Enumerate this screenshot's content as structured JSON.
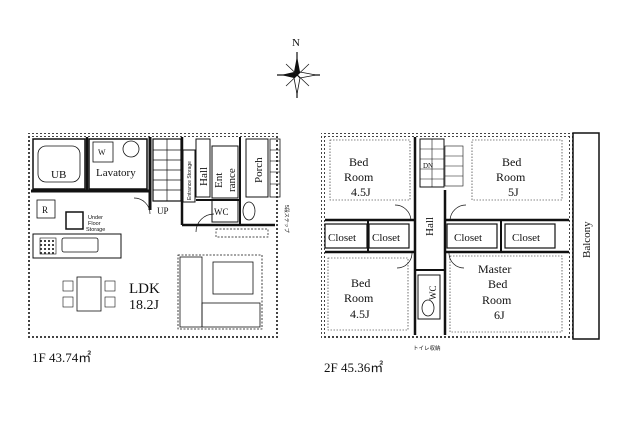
{
  "compass": {
    "north": "N"
  },
  "floor1": {
    "caption": "1F 43.74㎡",
    "rooms": {
      "ub": "UB",
      "lavatory": "Lavatory",
      "w": "W",
      "hall": "Hall",
      "ent1": "Ent",
      "ent2": "rance",
      "porch": "Porch",
      "entrance_storage": "Entrance Storage",
      "wc": "WC",
      "up": "UP",
      "r": "R",
      "underfloor1": "Under",
      "underfloor2": "Floor",
      "underfloor3": "Storage",
      "ldk": "LDK",
      "ldk_size": "18.2J",
      "outside_note": "5段ステップ"
    }
  },
  "floor2": {
    "caption": "2F 45.36㎡",
    "rooms": {
      "bed1": "Bed",
      "room1": "Room",
      "size1": "4.5J",
      "bed2": "Bed",
      "room2": "Room",
      "size2": "5J",
      "closet1": "Closet",
      "closet2": "Closet",
      "closet3": "Closet",
      "closet4": "Closet",
      "hall": "Hall",
      "dn": "DN",
      "bed3": "Bed",
      "room3": "Room",
      "size3": "4.5J",
      "master1": "Master",
      "master2": "Bed",
      "master3": "Room",
      "size4": "6J",
      "wc": "WC",
      "balcony": "Balcony",
      "toilet_note": "トイレ収納"
    }
  }
}
